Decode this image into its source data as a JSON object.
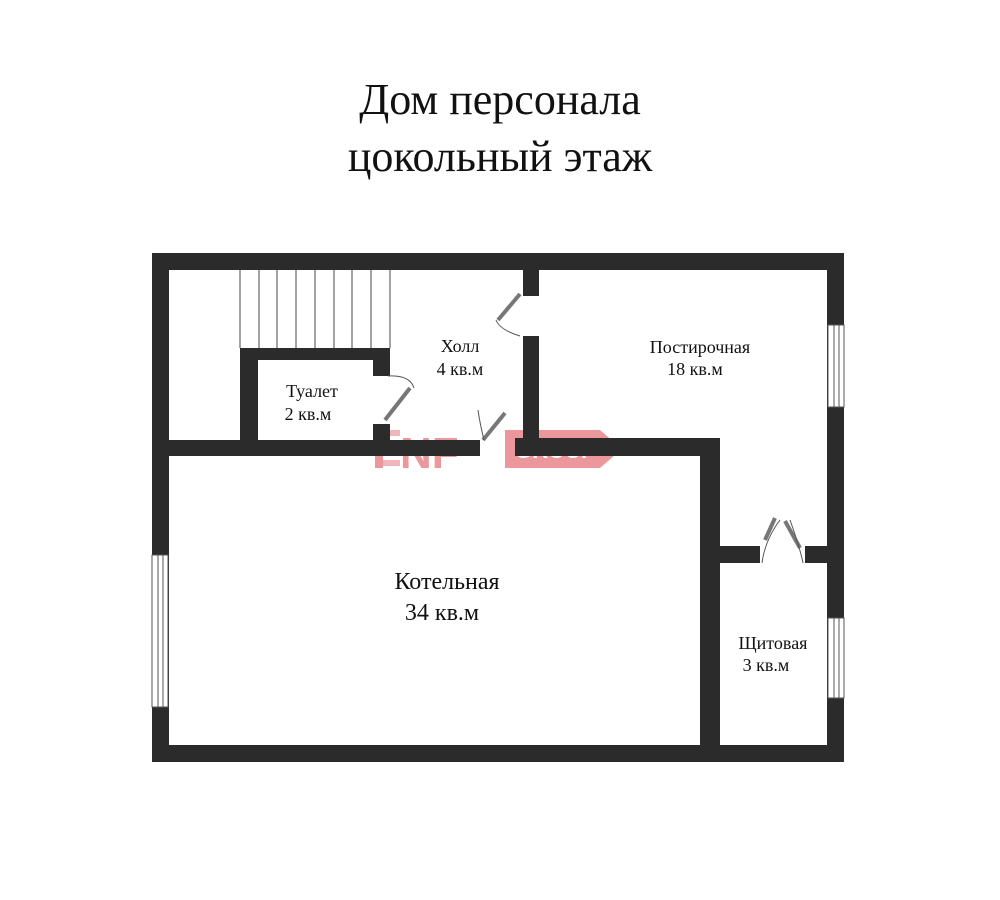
{
  "title": {
    "line1": "Дом персонала",
    "line2": "цокольный этаж"
  },
  "rooms": [
    {
      "id": "hall",
      "name": "Холл",
      "area": "4 кв.м"
    },
    {
      "id": "laundry",
      "name": "Постирочная",
      "area": "18 кв.м"
    },
    {
      "id": "toilet",
      "name": "Туалет",
      "area": "2 кв.м"
    },
    {
      "id": "boiler",
      "name": "Котельная",
      "area": "34 кв.м"
    },
    {
      "id": "electrical",
      "name": "Щитовая",
      "area": "3 кв.м"
    }
  ],
  "watermark": {
    "text_main": "NF",
    "text_sub": "GROUP",
    "color": "#e8868a"
  },
  "colors": {
    "wall": "#2b2b2b",
    "background": "#ffffff",
    "text": "#111111"
  }
}
